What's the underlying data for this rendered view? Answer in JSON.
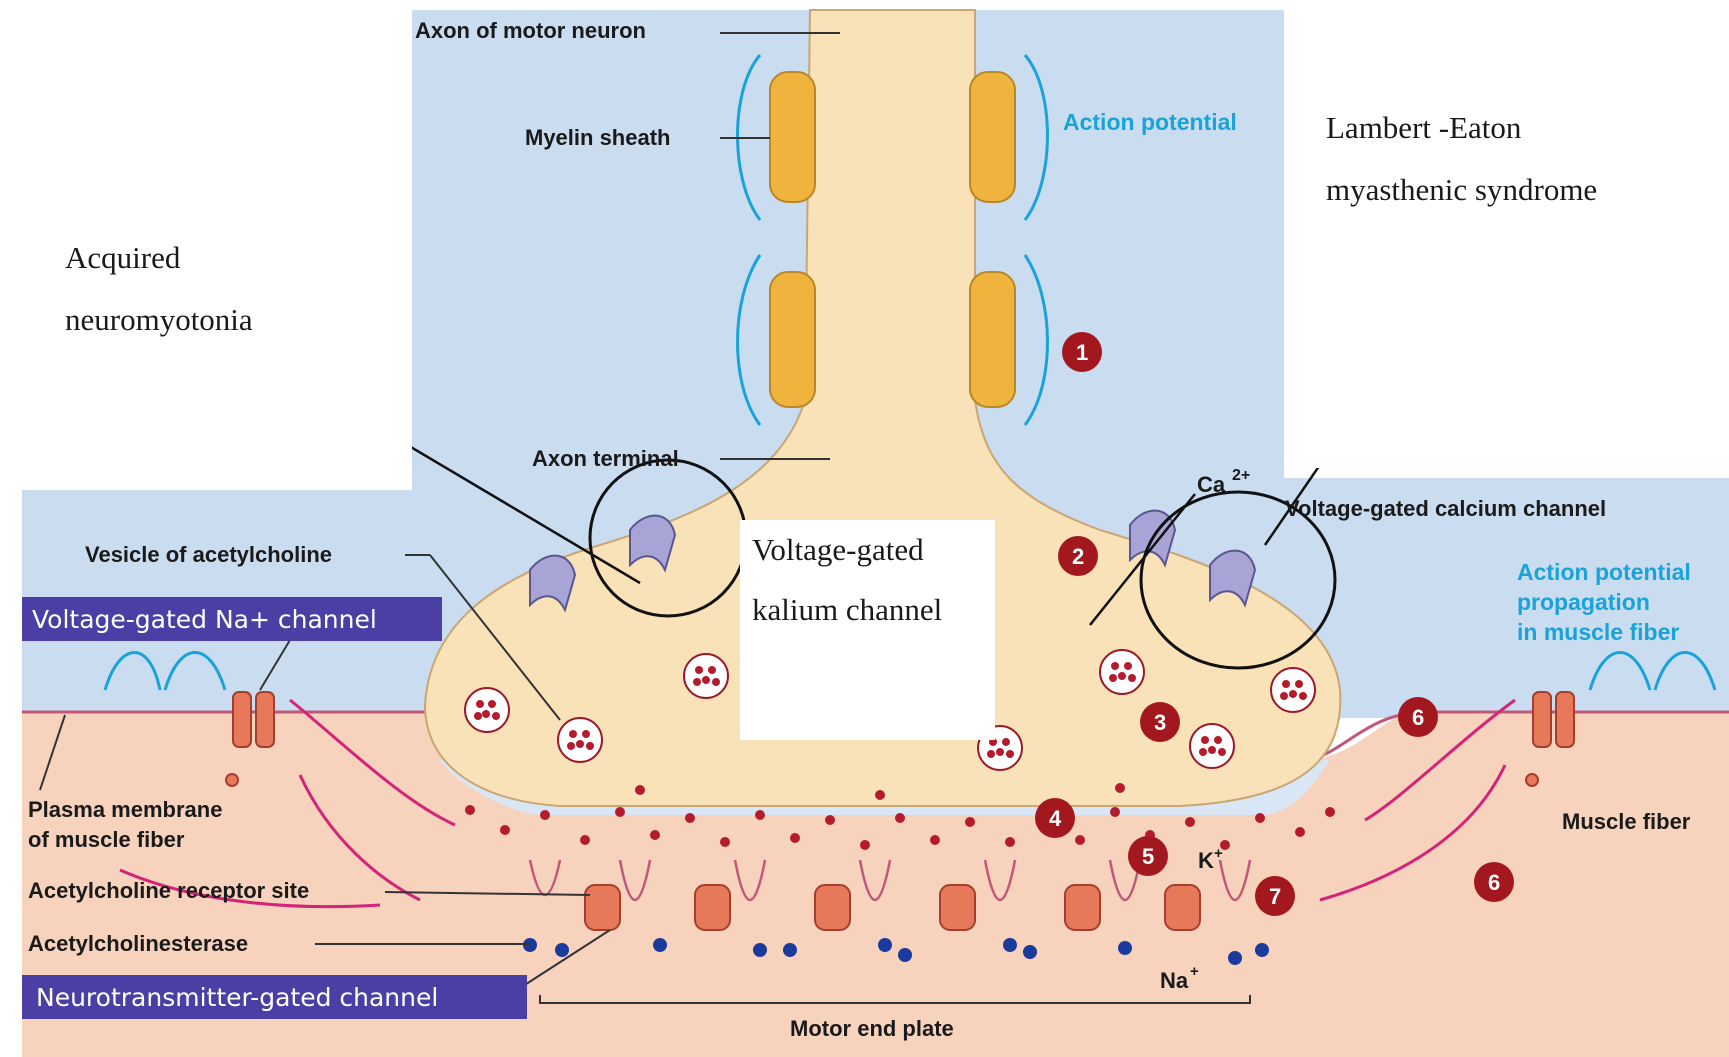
{
  "labels": {
    "axon": "Axon of motor neuron",
    "myelin": "Myelin sheath",
    "action_potential": "Action potential",
    "axon_terminal": "Axon terminal",
    "calcium": "Ca",
    "calcium_sup": "2+",
    "vg_calcium": "Voltage-gated calcium channel",
    "vesicle": "Vesicle of acetylcholine",
    "vg_sodium": "Voltage-gated Na+ channel",
    "ap_prop_1": "Action potential",
    "ap_prop_2": "propagation",
    "ap_prop_3": "in muscle fiber",
    "plasma_1": "Plasma membrane",
    "plasma_2": "of muscle fiber",
    "muscle_fiber": "Muscle fiber",
    "ach_receptor": "Acetylcholine receptor site",
    "ache": "Acetylcholinesterase",
    "nt_gated": "Neurotransmitter-gated channel",
    "motor_end_plate": "Motor end plate",
    "k_ion": "K",
    "k_sup": "+",
    "na_ion": "Na",
    "na_sup": "+"
  },
  "annotations": {
    "acquired_1": "Acquired",
    "acquired_2": "neuromyotonia",
    "lambert_1": "Lambert -Eaton",
    "lambert_2": "myasthenic syndrome",
    "kalium_1": "Voltage-gated",
    "kalium_2": "kalium channel"
  },
  "steps": [
    "1",
    "2",
    "3",
    "4",
    "5",
    "6",
    "6",
    "7"
  ],
  "colors": {
    "background_blue": "#c9dcf0",
    "muscle_peach": "#f7d3bd",
    "neuron_tan": "#f9e1b8",
    "myelin_orange": "#f0b33e",
    "cyan_text": "#1aa3d9",
    "step_red": "#a3171f",
    "label_box": "#4b3fa6"
  }
}
